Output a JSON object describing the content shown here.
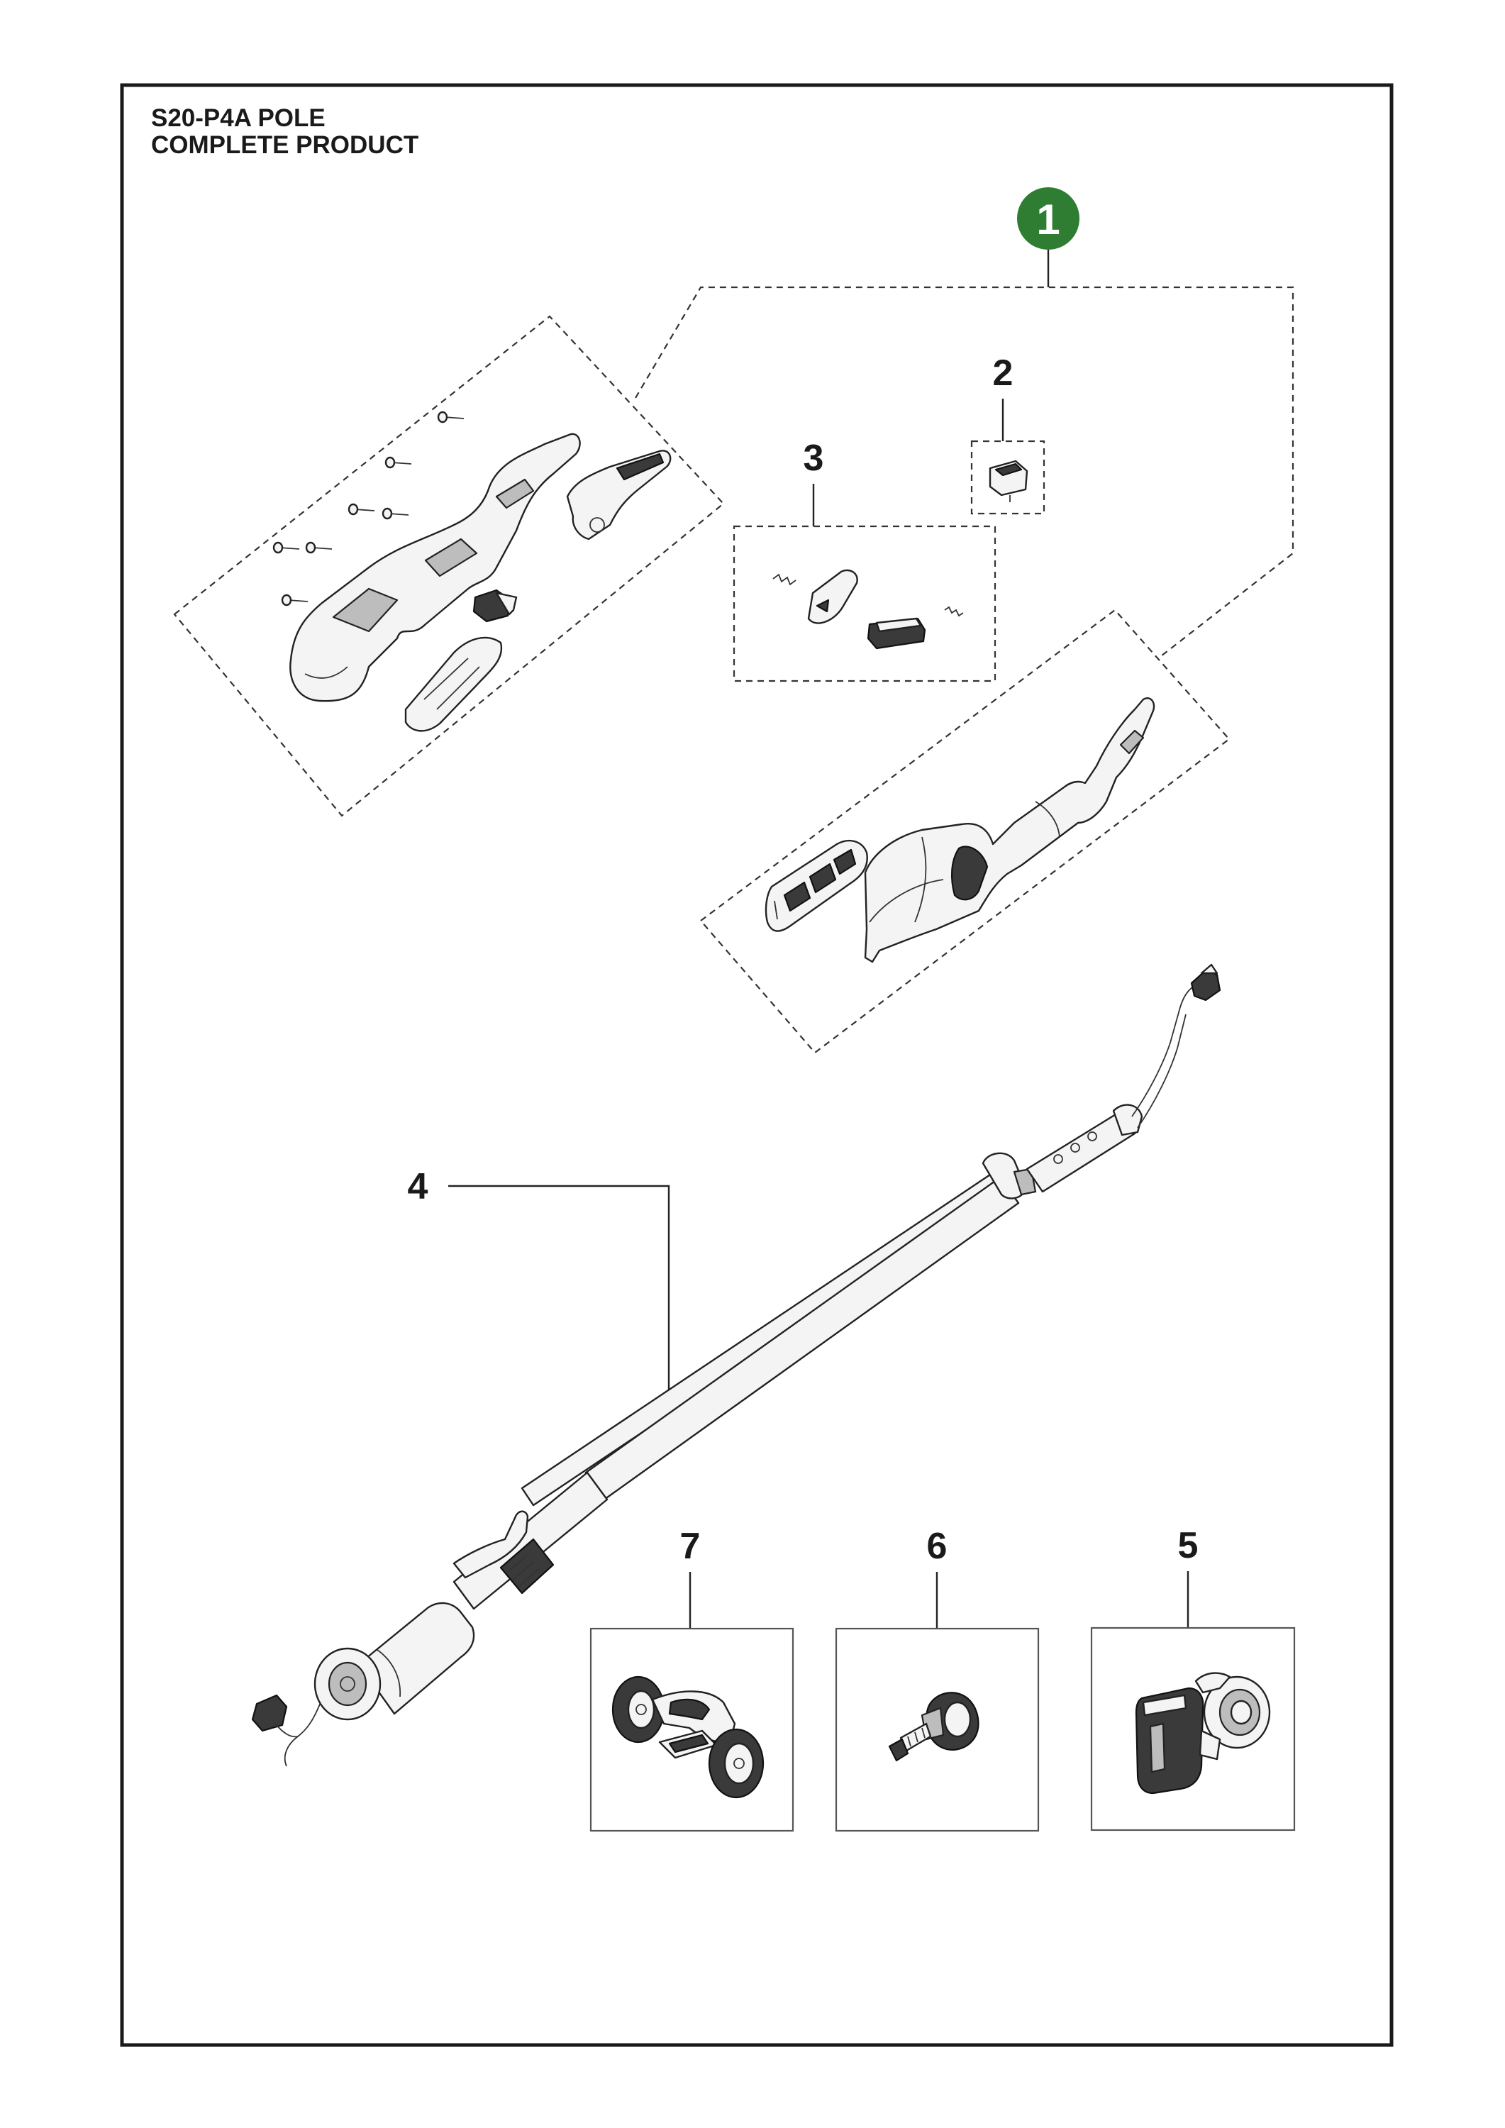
{
  "title": {
    "line1": "S20-P4A POLE",
    "line2": "COMPLETE PRODUCT"
  },
  "callouts": {
    "assembly": "1",
    "item2": "2",
    "item3": "3",
    "item4": "4",
    "item5": "5",
    "item6": "6",
    "item7": "7"
  },
  "colors": {
    "badge": "#2e7d32",
    "ink": "#1a1a1a"
  }
}
